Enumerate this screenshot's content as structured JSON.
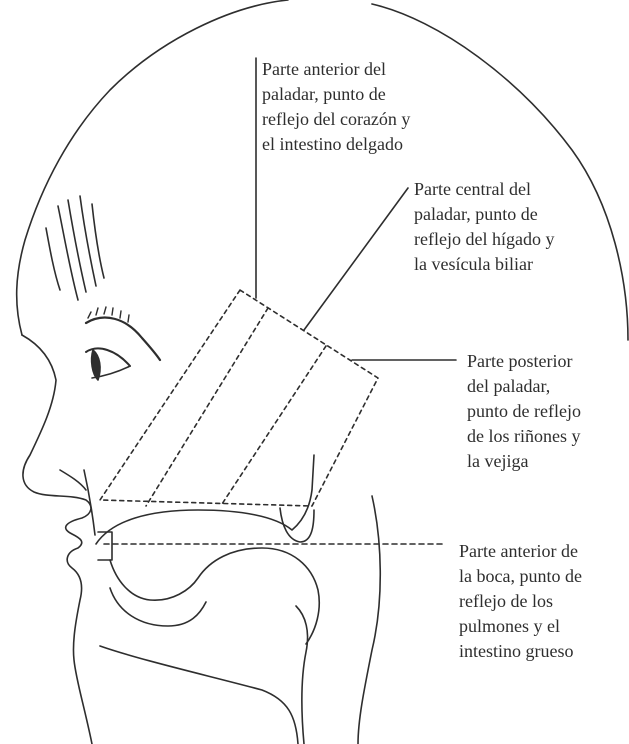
{
  "labels": {
    "front_palate": {
      "lines": [
        "Parte anterior del",
        "paladar, punto de",
        "reflejo del corazón y",
        "el intestino delgado"
      ]
    },
    "center_palate": {
      "lines": [
        "Parte central del",
        "paladar, punto de",
        "reflejo del hígado y",
        "la vesícula biliar"
      ]
    },
    "back_palate": {
      "lines": [
        "Parte posterior",
        "del paladar,",
        "punto de reflejo",
        "de los riñones y",
        "la vejiga"
      ]
    },
    "front_mouth": {
      "lines": [
        "Parte anterior de",
        "la boca, punto de",
        "reflejo de los",
        "pulmones y el",
        "intestino grueso"
      ]
    }
  },
  "colors": {
    "ink": "#2e2e2e",
    "background": "#ffffff"
  }
}
